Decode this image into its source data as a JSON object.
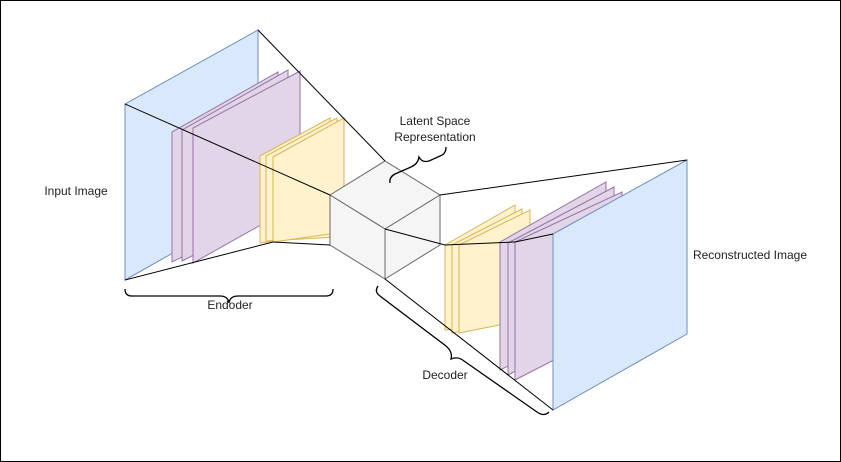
{
  "labels": {
    "input_image": "Input Image",
    "encoder": "Endoder",
    "latent_line1": "Latent Space",
    "latent_line2": "Representation",
    "decoder": "Decoder",
    "reconstructed_image": "Reconstructed Image"
  },
  "colors": {
    "image_fill": "#dae8fc",
    "image_stroke": "#6c8ebf",
    "conv_fill": "#e1d5e7",
    "conv_stroke": "#9673a6",
    "pool_fill": "#fff2cc",
    "pool_stroke": "#d6b656",
    "cube_fill": "#f5f5f5",
    "cube_stroke": "#666666",
    "line": "#000000"
  }
}
